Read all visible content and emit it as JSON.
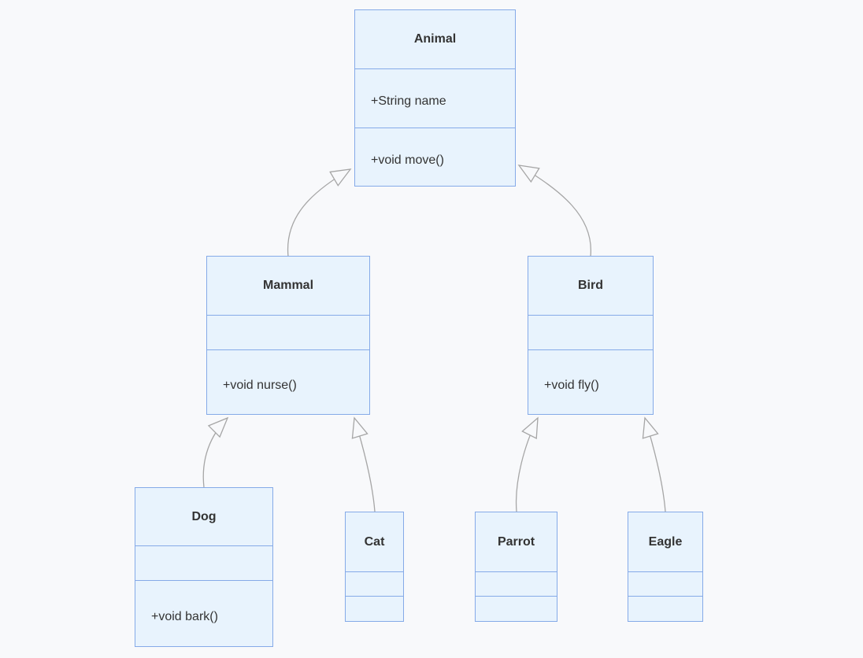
{
  "theme": {
    "background": "#F8F9FB",
    "node_fill": "#E8F3FD",
    "node_border": "#85AAE8",
    "edge_color": "#A6A6A6",
    "text_color": "#333333"
  },
  "diagram_type": "uml-class-diagram",
  "classes": [
    {
      "name": "Animal",
      "attributes": [
        "+String name"
      ],
      "methods": [
        "+void move()"
      ]
    },
    {
      "name": "Mammal",
      "attributes": [],
      "methods": [
        "+void nurse()"
      ]
    },
    {
      "name": "Bird",
      "attributes": [],
      "methods": [
        "+void fly()"
      ]
    },
    {
      "name": "Dog",
      "attributes": [],
      "methods": [
        "+void bark()"
      ]
    },
    {
      "name": "Cat",
      "attributes": [],
      "methods": []
    },
    {
      "name": "Parrot",
      "attributes": [],
      "methods": []
    },
    {
      "name": "Eagle",
      "attributes": [],
      "methods": []
    }
  ],
  "relationships": [
    {
      "from": "Mammal",
      "to": "Animal",
      "type": "inheritance"
    },
    {
      "from": "Bird",
      "to": "Animal",
      "type": "inheritance"
    },
    {
      "from": "Dog",
      "to": "Mammal",
      "type": "inheritance"
    },
    {
      "from": "Cat",
      "to": "Mammal",
      "type": "inheritance"
    },
    {
      "from": "Parrot",
      "to": "Bird",
      "type": "inheritance"
    },
    {
      "from": "Eagle",
      "to": "Bird",
      "type": "inheritance"
    }
  ]
}
